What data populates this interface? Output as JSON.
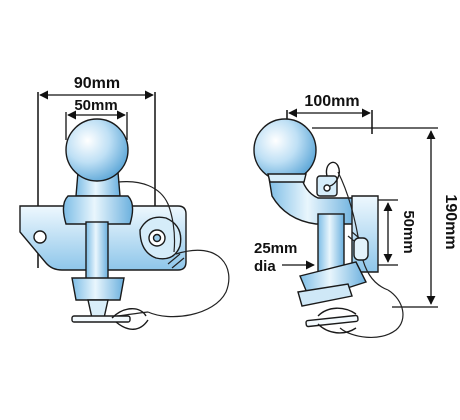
{
  "dimensions": {
    "front_outer_width": "90mm",
    "front_ball_width": "50mm",
    "side_offset": "100mm",
    "side_height_total": "190mm",
    "side_height_inner": "50mm",
    "side_pin_dia_value": "25mm",
    "side_pin_dia_unit": "dia"
  },
  "colors": {
    "part_fill_light": "#e8f4fc",
    "part_fill_mid": "#a9d4ef",
    "part_fill_dark": "#6fb4e0",
    "outline": "#1a1a1a"
  }
}
